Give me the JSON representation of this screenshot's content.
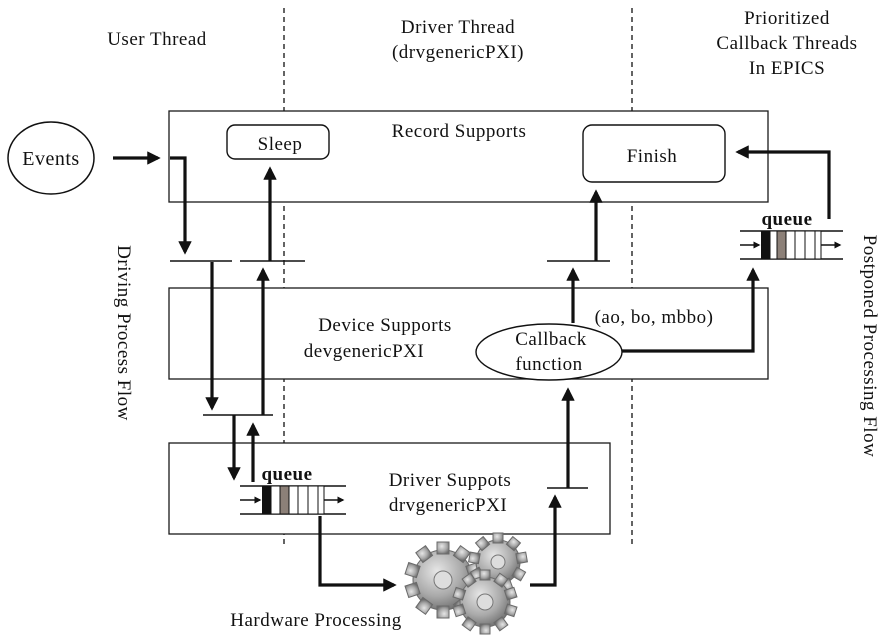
{
  "columns": {
    "user_thread": "User Thread",
    "driver_thread_line1": "Driver Thread",
    "driver_thread_line2": "(drvgenericPXI)",
    "callback_line1": "Prioritized",
    "callback_line2": "Callback Threads",
    "callback_line3": "In EPICS"
  },
  "events_label": "Events",
  "record_supports": {
    "title": "Record Supports",
    "sleep": "Sleep",
    "finish": "Finish"
  },
  "device_supports": {
    "line1": "Device Supports",
    "line2": "devgenericPXI",
    "records_note": "(ao, bo, mbbo)",
    "callback_line1": "Callback",
    "callback_line2": "function"
  },
  "driver_supports": {
    "line1": "Driver Suppots",
    "line2": "drvgenericPXI",
    "queue": "queue"
  },
  "postponed_queue": "queue",
  "side_labels": {
    "left": "Driving Process Flow",
    "right": "Postponed Processing Flow"
  },
  "hardware": "Hardware Processing",
  "icons": [
    "gears-icon",
    "queue-icon",
    "arrow-icon"
  ]
}
